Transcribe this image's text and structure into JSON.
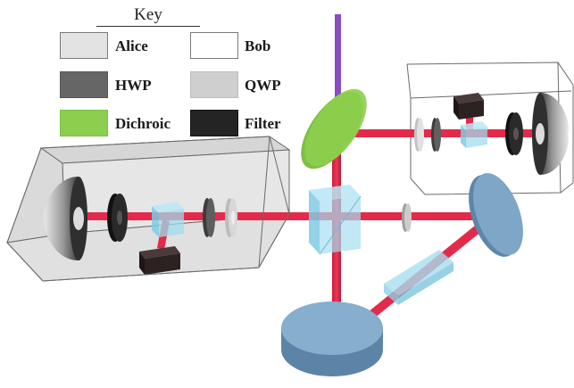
{
  "key": {
    "title": "Key",
    "items": [
      {
        "id": "alice",
        "label": "Alice",
        "color": "#e3e3e3",
        "border": "#7a7a7a"
      },
      {
        "id": "bob",
        "label": "Bob",
        "color": "#ffffff",
        "border": "#7a7a7a"
      },
      {
        "id": "hwp",
        "label": "HWP",
        "color": "#666666",
        "border": "#555555"
      },
      {
        "id": "qwp",
        "label": "QWP",
        "color": "#cfcfcf",
        "border": "#bdbdbd"
      },
      {
        "id": "dichroic",
        "label": "Dichroic",
        "color": "#8ccf4e",
        "border": "#7fbf44"
      },
      {
        "id": "filter",
        "label": "Filter",
        "color": "#242424",
        "border": "#151515"
      }
    ]
  },
  "colors": {
    "beam_red": "#e32a4a",
    "beam_violet": "#8a4cc4",
    "cube_cyan": "#8fd9ee",
    "mirror_blue": "#7ea6c6",
    "alice_box": "#e3e3e3"
  }
}
